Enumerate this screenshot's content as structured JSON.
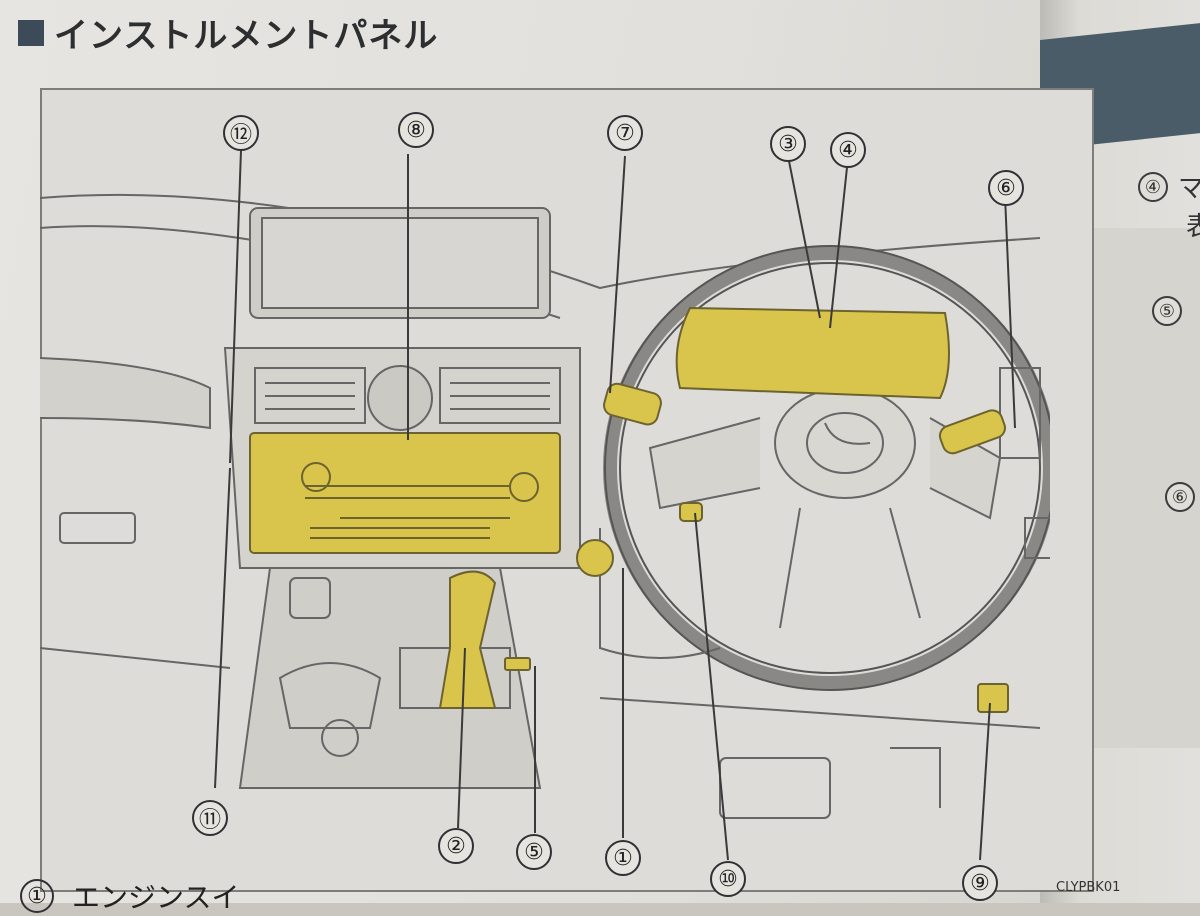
{
  "title": "インストルメントパネル",
  "callouts": [
    "①",
    "②",
    "③",
    "④",
    "⑤",
    "⑥",
    "⑦",
    "⑧",
    "⑨",
    "⑩",
    "⑪",
    "⑫"
  ],
  "bottom": {
    "num": "①",
    "text": "エンジンスイ"
  },
  "code": "CLYPBK01",
  "side": {
    "items": [
      {
        "num": "④",
        "text": "マ"
      },
      {
        "num": "⑤",
        "text": ""
      },
      {
        "num": "⑥",
        "text": ""
      }
    ],
    "line2": "表",
    "line3": ""
  },
  "colors": {
    "highlight": "#d9c44c",
    "line": "#555555",
    "accent": "#3c4b57"
  }
}
